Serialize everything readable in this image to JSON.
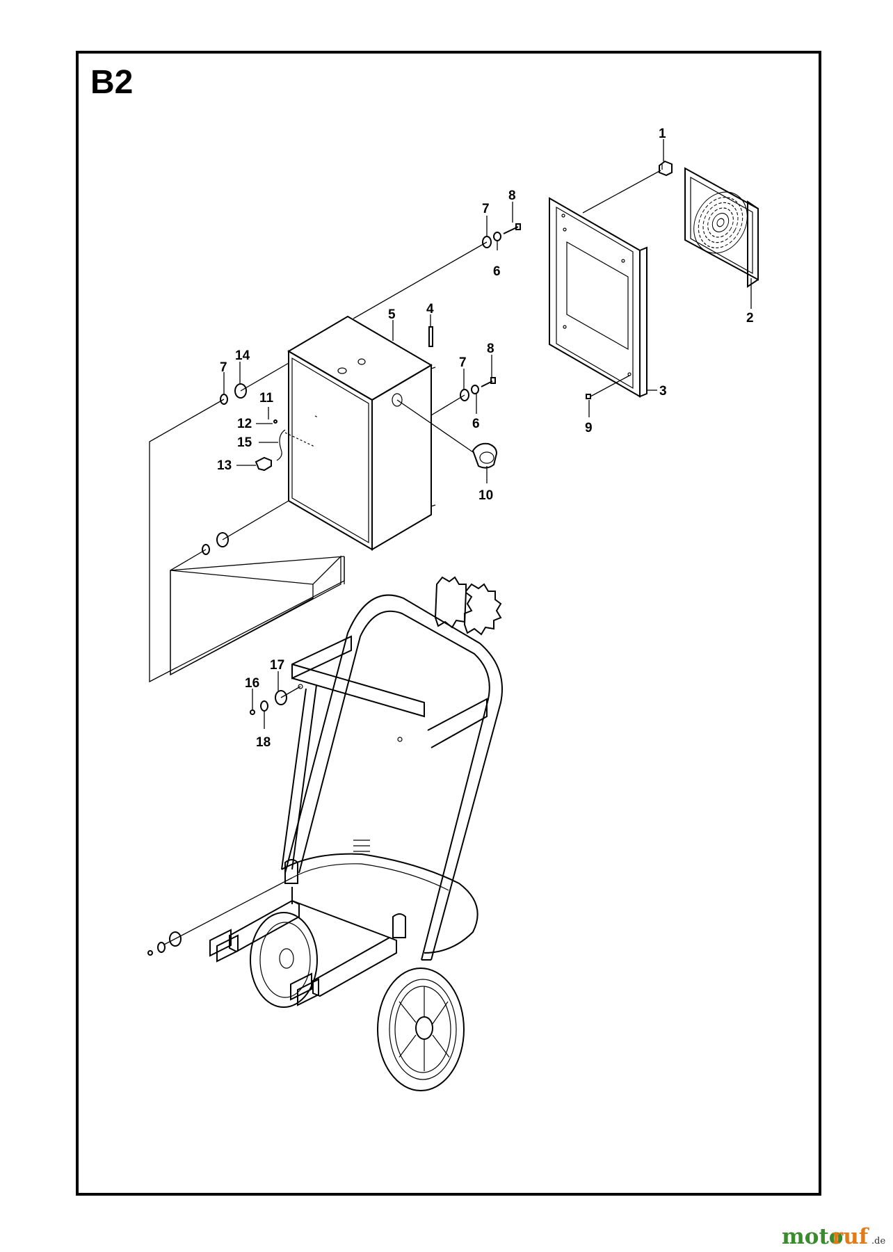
{
  "diagram": {
    "section": "B2",
    "parts": [
      {
        "id": "1",
        "label": "1"
      },
      {
        "id": "2",
        "label": "2"
      },
      {
        "id": "3",
        "label": "3"
      },
      {
        "id": "4",
        "label": "4"
      },
      {
        "id": "5",
        "label": "5"
      },
      {
        "id": "6a",
        "label": "6"
      },
      {
        "id": "6b",
        "label": "6"
      },
      {
        "id": "7a",
        "label": "7"
      },
      {
        "id": "7b",
        "label": "7"
      },
      {
        "id": "7c",
        "label": "7"
      },
      {
        "id": "8a",
        "label": "8"
      },
      {
        "id": "8b",
        "label": "8"
      },
      {
        "id": "9",
        "label": "9"
      },
      {
        "id": "10",
        "label": "10"
      },
      {
        "id": "11",
        "label": "11"
      },
      {
        "id": "12",
        "label": "12"
      },
      {
        "id": "13",
        "label": "13"
      },
      {
        "id": "14",
        "label": "14"
      },
      {
        "id": "15",
        "label": "15"
      },
      {
        "id": "16",
        "label": "16"
      },
      {
        "id": "17",
        "label": "17"
      },
      {
        "id": "18",
        "label": "18"
      }
    ]
  },
  "watermark": {
    "brand_a": "moto",
    "brand_b": "ruf",
    "suffix": ".de",
    "color_a": "#3a8a2e",
    "color_b": "#e07b1a",
    "color_c": "#333333"
  }
}
